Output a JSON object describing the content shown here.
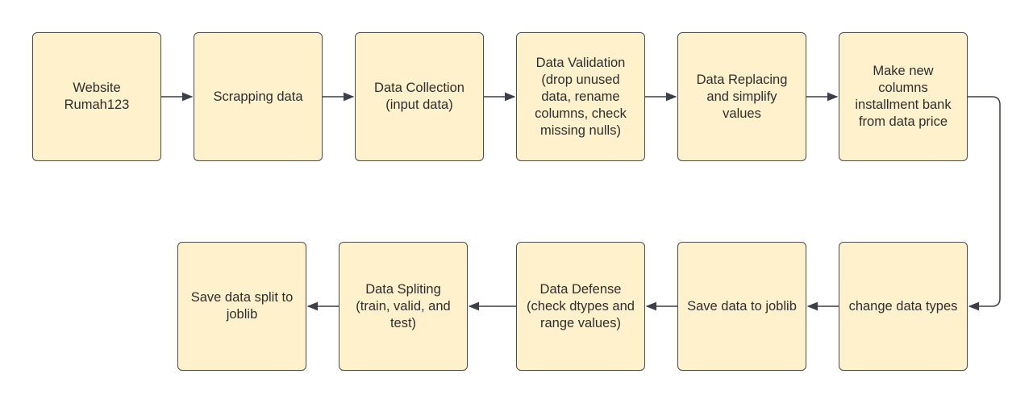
{
  "diagram": {
    "nodes": [
      {
        "id": "n1",
        "label": "Website\nRumah123"
      },
      {
        "id": "n2",
        "label": "Scrapping data"
      },
      {
        "id": "n3",
        "label": "Data Collection\n(input data)"
      },
      {
        "id": "n4",
        "label": "Data Validation\n(drop unused\ndata, rename\ncolumns, check\nmissing nulls)"
      },
      {
        "id": "n5",
        "label": "Data Replacing\nand simplify\nvalues"
      },
      {
        "id": "n6",
        "label": "Make new\ncolumns\ninstallment bank\nfrom data price"
      },
      {
        "id": "n7",
        "label": "change data types"
      },
      {
        "id": "n8",
        "label": "Save data to joblib"
      },
      {
        "id": "n9",
        "label": "Data Defense\n(check dtypes and\nrange values)"
      },
      {
        "id": "n10",
        "label": "Data Spliting\n(train, valid, and\ntest)"
      },
      {
        "id": "n11",
        "label": "Save data split to\njoblib"
      }
    ],
    "edges": [
      {
        "from": "n1",
        "to": "n2"
      },
      {
        "from": "n2",
        "to": "n3"
      },
      {
        "from": "n3",
        "to": "n4"
      },
      {
        "from": "n4",
        "to": "n5"
      },
      {
        "from": "n5",
        "to": "n6"
      },
      {
        "from": "n6",
        "to": "n7"
      },
      {
        "from": "n7",
        "to": "n8"
      },
      {
        "from": "n8",
        "to": "n9"
      },
      {
        "from": "n9",
        "to": "n10"
      },
      {
        "from": "n10",
        "to": "n11"
      }
    ],
    "colors": {
      "node_fill": "#fff1cc",
      "node_border": "#4b4b4b",
      "connector": "#3a3f4a",
      "text": "#2e2e2e"
    }
  }
}
